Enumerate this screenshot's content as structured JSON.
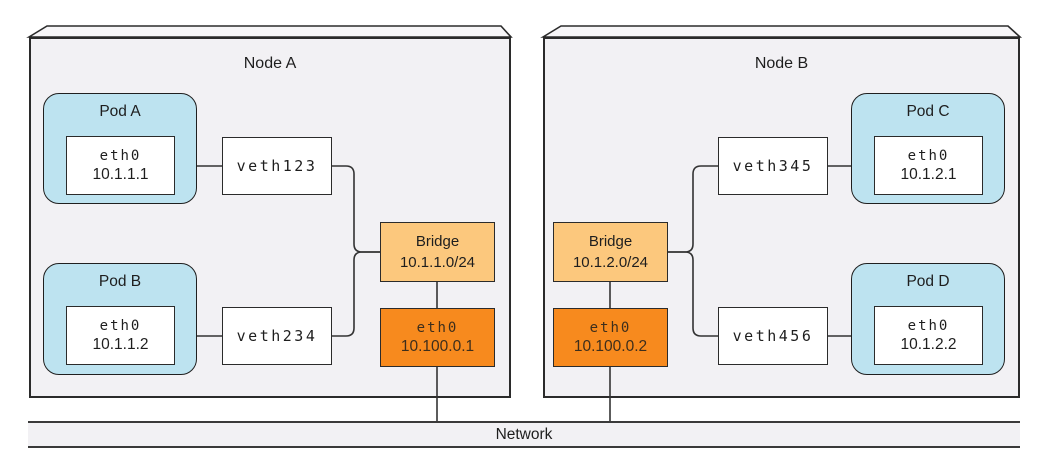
{
  "network": {
    "label": "Network"
  },
  "nodeA": {
    "title": "Node A",
    "podA": {
      "label": "Pod A",
      "iface": "eth0",
      "ip": "10.1.1.1"
    },
    "podB": {
      "label": "Pod B",
      "iface": "eth0",
      "ip": "10.1.1.2"
    },
    "veth1": "veth123",
    "veth2": "veth234",
    "bridge": {
      "label": "Bridge",
      "cidr": "10.1.1.0/24"
    },
    "nic": {
      "iface": "eth0",
      "ip": "10.100.0.1"
    }
  },
  "nodeB": {
    "title": "Node B",
    "podC": {
      "label": "Pod C",
      "iface": "eth0",
      "ip": "10.1.2.1"
    },
    "podD": {
      "label": "Pod D",
      "iface": "eth0",
      "ip": "10.1.2.2"
    },
    "veth1": "veth345",
    "veth2": "veth456",
    "bridge": {
      "label": "Bridge",
      "cidr": "10.1.2.0/24"
    },
    "nic": {
      "iface": "eth0",
      "ip": "10.100.0.2"
    }
  },
  "colors": {
    "pod_fill": "#bde3f0",
    "bridge_fill": "#fcc87d",
    "nic_fill": "#f78a1e",
    "node_fill": "#f2f1f4",
    "network_bar_fill": "#f2f1f4",
    "line": "#333333",
    "border": "#2b2b2b"
  }
}
